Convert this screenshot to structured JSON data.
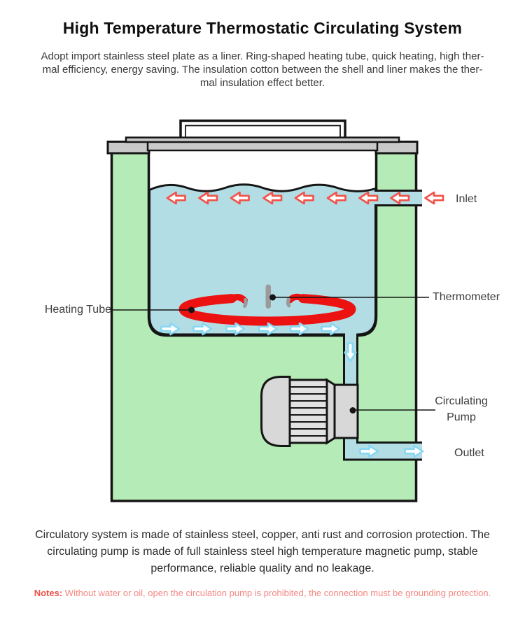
{
  "title": "High Temperature Thermostatic Circulating System",
  "intro": {
    "lines": [
      "Adopt import stainless steel plate as a liner. Ring-shaped heating tube, quick heating, high ther-",
      "mal efficiency, energy saving. The insulation cotton between the shell and liner makes the ther-",
      "mal insulation effect better."
    ]
  },
  "diagram": {
    "labels": {
      "inlet": "Inlet",
      "thermometer": "Thermometer",
      "heating_tube": "Heating Tube",
      "circulating_pump_line1": "Circulating",
      "circulating_pump_line2": "Pump",
      "outlet": "Outlet"
    },
    "colors": {
      "tank_shell_green": "#b5ebb6",
      "water_blue": "#b3dde4",
      "heater_red": "#ec1212",
      "hot_flow_arrow_red": "#f25149",
      "cool_flow_arrow_blue": "#87d7f2",
      "lid_gray": "#c9c9c9",
      "pump_gray": "#d8d8d8",
      "thermometer_gray": "#9b9b9b"
    }
  },
  "description": {
    "lines": [
      "Circulatory system is made of stainless steel, copper, anti rust and corrosion protection. The",
      "circulating pump is made of full stainless steel high temperature magnetic pump, stable",
      "performance, reliable quality and no leakage."
    ]
  },
  "notes": {
    "label": "Notes:",
    "text": "Without water or oil, open the circulation pump is prohibited, the connection must be grounding protection."
  }
}
